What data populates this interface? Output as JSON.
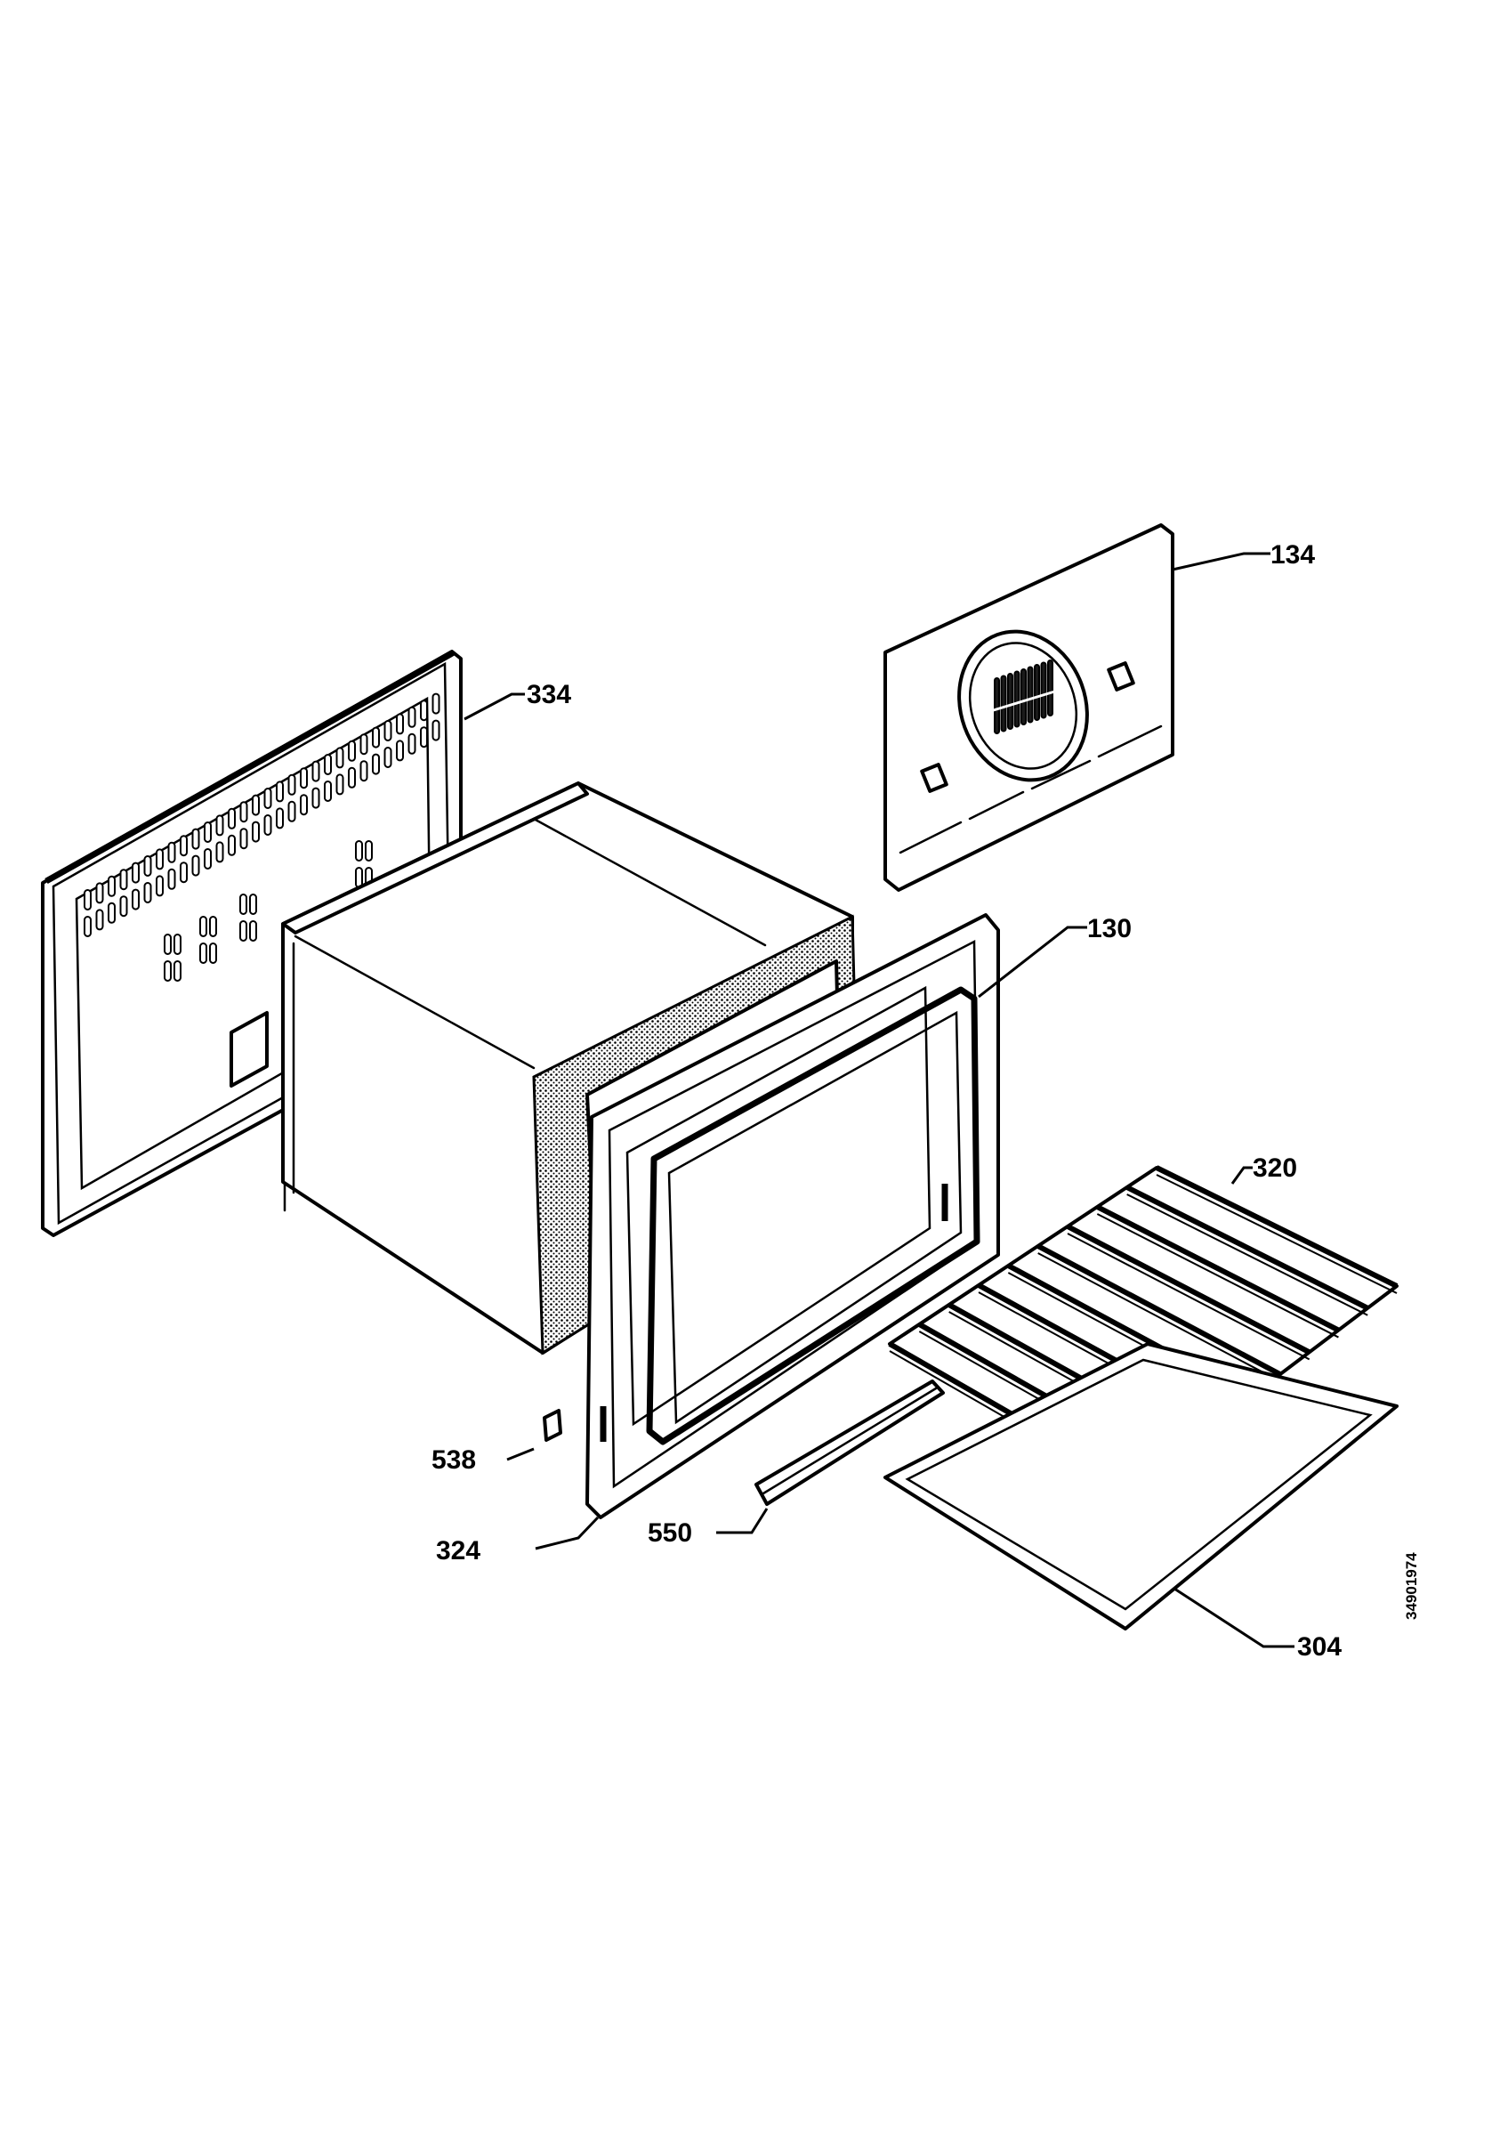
{
  "callouts": [
    {
      "id": "134",
      "label": "134"
    },
    {
      "id": "334",
      "label": "334"
    },
    {
      "id": "130",
      "label": "130"
    },
    {
      "id": "320",
      "label": "320"
    },
    {
      "id": "538",
      "label": "538"
    },
    {
      "id": "324",
      "label": "324"
    },
    {
      "id": "550",
      "label": "550"
    },
    {
      "id": "304",
      "label": "304"
    }
  ],
  "drawing_number": "34901974"
}
